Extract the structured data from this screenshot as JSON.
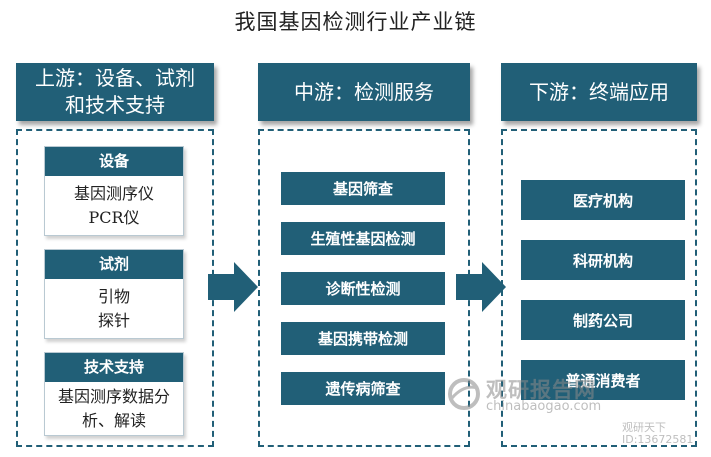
{
  "title": "我国基因检测行业产业链",
  "upstream": {
    "header": "上游：设备、试剂和技术支持",
    "cards": [
      {
        "title": "设备",
        "lines": [
          "基因测序仪",
          "PCR仪"
        ]
      },
      {
        "title": "试剂",
        "lines": [
          "引物",
          "探针"
        ]
      },
      {
        "title": "技术支持",
        "lines": [
          "基因测序数据分",
          "析、解读"
        ]
      }
    ]
  },
  "midstream": {
    "header": "中游：检测服务",
    "items": [
      "基因筛查",
      "生殖性基因检测",
      "诊断性检测",
      "基因携带检测",
      "遗传病筛查"
    ]
  },
  "downstream": {
    "header": "下游：终端应用",
    "items": [
      "医疗机构",
      "科研机构",
      "制药公司",
      "普通消费者"
    ]
  },
  "watermark": {
    "brand": "观研报告网",
    "site": "chinabaogao.com",
    "corner": "观研天下",
    "id": "ID:13672581"
  },
  "colors": {
    "primary": "#215f77"
  },
  "icons": [
    "arrow-right-icon",
    "watermark-logo-icon"
  ]
}
